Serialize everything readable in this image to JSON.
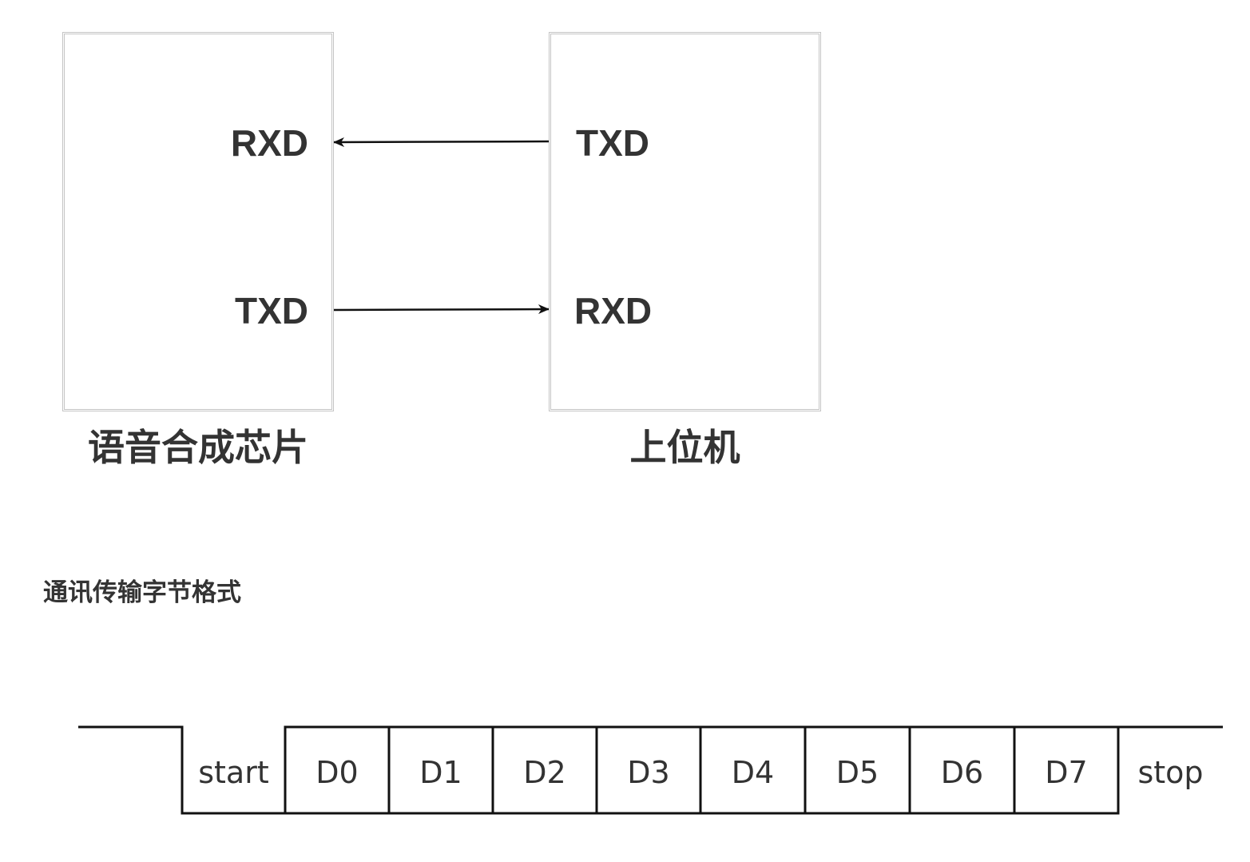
{
  "connection_diagram": {
    "chip": {
      "caption": "语音合成芯片",
      "pins": {
        "rxd": "RXD",
        "txd": "TXD"
      }
    },
    "host": {
      "caption": "上位机",
      "pins": {
        "txd": "TXD",
        "rxd": "RXD"
      }
    },
    "links": [
      {
        "from": "host.TXD",
        "to": "chip.RXD"
      },
      {
        "from": "chip.TXD",
        "to": "host.RXD"
      }
    ]
  },
  "byte_format": {
    "title": "通讯传输字节格式",
    "cells": [
      "start",
      "D0",
      "D1",
      "D2",
      "D3",
      "D4",
      "D5",
      "D6",
      "D7",
      "stop"
    ]
  }
}
